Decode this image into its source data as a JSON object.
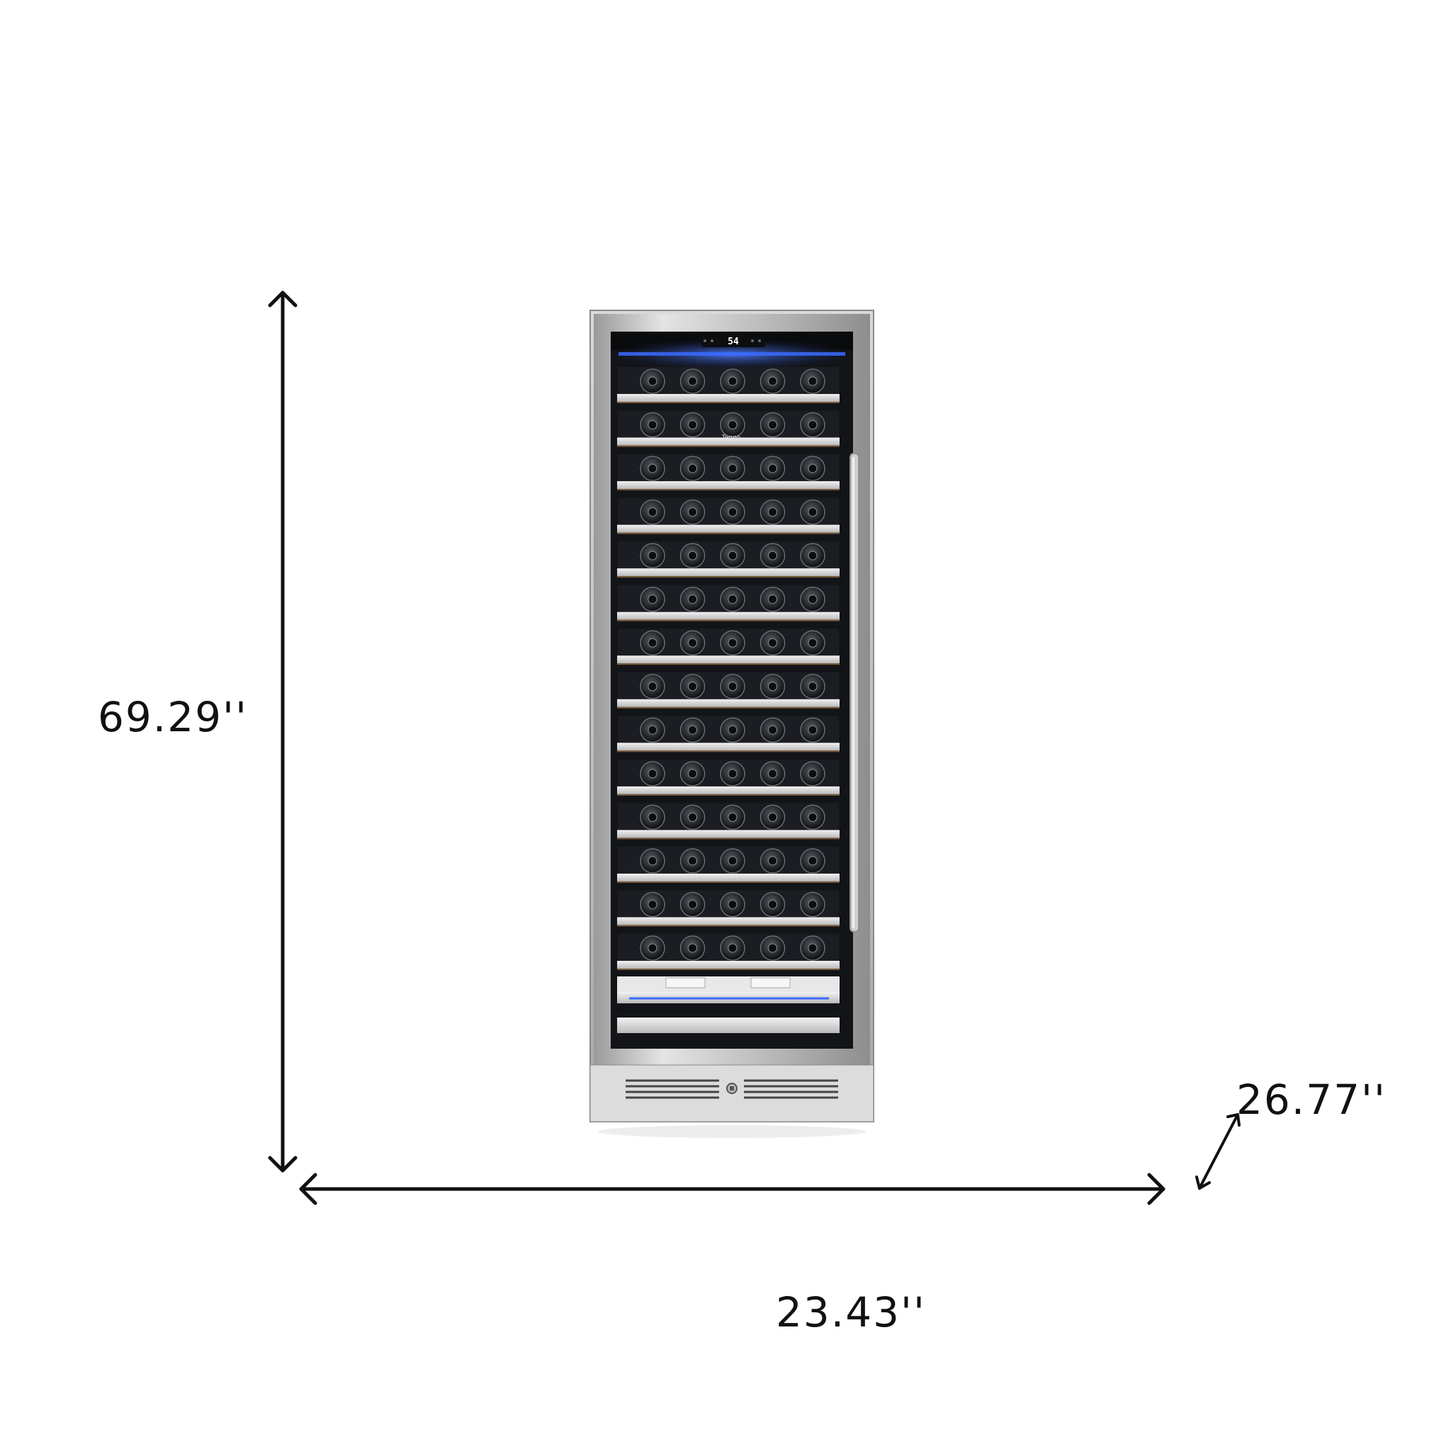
{
  "dimensions": {
    "height": "69.29''",
    "width": "23.43''",
    "depth": "26.77''"
  },
  "product": {
    "display_temperature": "54",
    "brand": "Tengo",
    "shelf_rows": 14,
    "bottles_per_row": 5
  },
  "colors": {
    "arrow": "#111111",
    "led_accent": "#3a6bff",
    "frame": "#c8c8c8",
    "interior": "#121418"
  },
  "icons": [
    "double-headed-arrow-icon",
    "wine-bottle-icon",
    "lock-icon",
    "led-light-icon"
  ]
}
